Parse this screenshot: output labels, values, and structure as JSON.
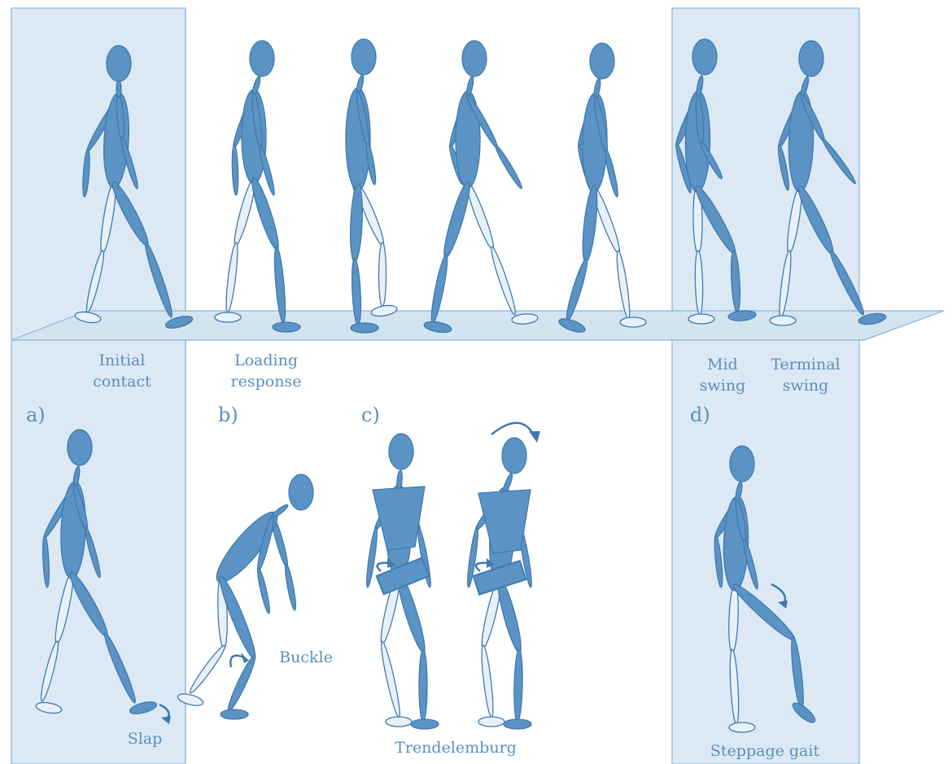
{
  "colors": {
    "panel_fill": "#dce9f4",
    "panel_stroke": "#8ab4d6",
    "floor_fill": "#d3e4f1",
    "body_dark": "#5b93c4",
    "body_stroke": "#3f7aae",
    "limb_light": "#e8f1f9",
    "text": "#5b8fbf"
  },
  "phases": [
    {
      "line1": "Initial",
      "line2": "contact"
    },
    {
      "line1": "Loading",
      "line2": "response"
    },
    {
      "line1": "Mid",
      "line2": "swing"
    },
    {
      "line1": "Terminal",
      "line2": "swing"
    }
  ],
  "panels": [
    {
      "letter": "a)",
      "caption": "Slap"
    },
    {
      "letter": "b)",
      "caption": "Buckle"
    },
    {
      "letter": "c)",
      "caption": "Trendelemburg"
    },
    {
      "letter": "d)",
      "caption": "Steppage gait"
    }
  ]
}
